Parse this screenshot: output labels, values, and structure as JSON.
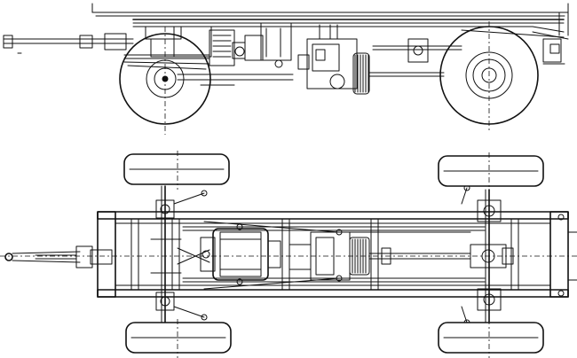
{
  "drawing": {
    "ink_color": "#111111",
    "paper_color": "#ffffff"
  },
  "views": [
    {
      "name": "side-elevation",
      "wheels": 2
    },
    {
      "name": "plan-view",
      "wheels": 4
    }
  ]
}
